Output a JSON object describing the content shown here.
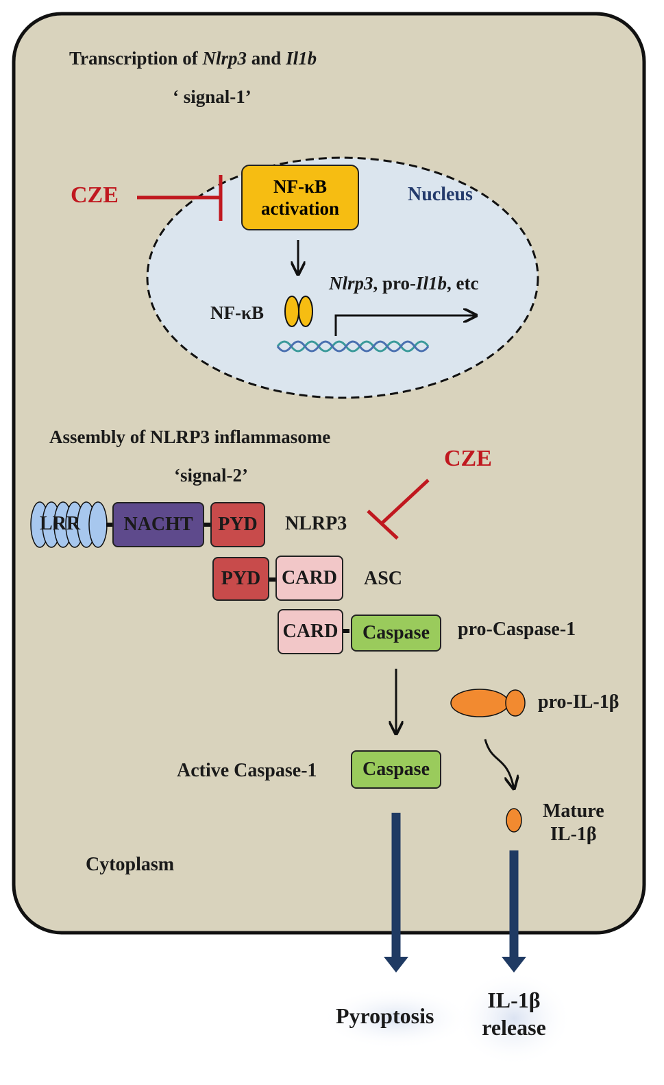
{
  "signal1": {
    "heading_pre": "Transcription of ",
    "heading_gene1": "Nlrp3",
    "heading_mid": " and ",
    "heading_gene2": "Il1b",
    "signal_label": "‘ signal-1’"
  },
  "nucleus": {
    "label": "Nucleus",
    "nfkb_box_line1": "NF-κB",
    "nfkb_box_line2": "activation",
    "nfkb_label": "NF-κB",
    "genes_gene1": "Nlrp3",
    "genes_mid": ", pro-",
    "genes_gene2": "Il1b",
    "genes_end": ", etc"
  },
  "inhibitor": {
    "label_top": "CZE",
    "label_mid": "CZE"
  },
  "signal2": {
    "heading": "Assembly of NLRP3 inflammasome",
    "signal_label": "‘signal-2’"
  },
  "nlrp3": {
    "lrr": "LRR",
    "nacht": "NACHT",
    "pyd": "PYD",
    "name": "NLRP3"
  },
  "asc": {
    "pyd": "PYD",
    "card": "CARD",
    "name": "ASC"
  },
  "pro_caspase": {
    "card": "CARD",
    "caspase": "Caspase",
    "name": "pro-Caspase-1"
  },
  "active_caspase": {
    "label": "Active Caspase-1",
    "caspase": "Caspase"
  },
  "il1b": {
    "pro_label": "pro-IL-1β",
    "mature_line1": "Mature",
    "mature_line2": "IL-1β"
  },
  "cytoplasm": {
    "label": "Cytoplasm"
  },
  "outcomes": {
    "pyroptosis": "Pyroptosis",
    "release_line1": "IL-1β",
    "release_line2": "release"
  },
  "colors": {
    "cell_fill": "#d9d3bd",
    "nucleus_fill": "#dbe5ee",
    "nfkb_yellow": "#f6bd12",
    "lrr_blue": "#a7c7ee",
    "nacht_purple": "#5e4a8c",
    "pyd_red": "#c84b4b",
    "card_pink": "#f2c7c8",
    "caspase_green": "#9acb5c",
    "il1b_orange": "#f28a30",
    "inhibit_red": "#c0181f",
    "arrow_navy": "#1f3a63"
  }
}
